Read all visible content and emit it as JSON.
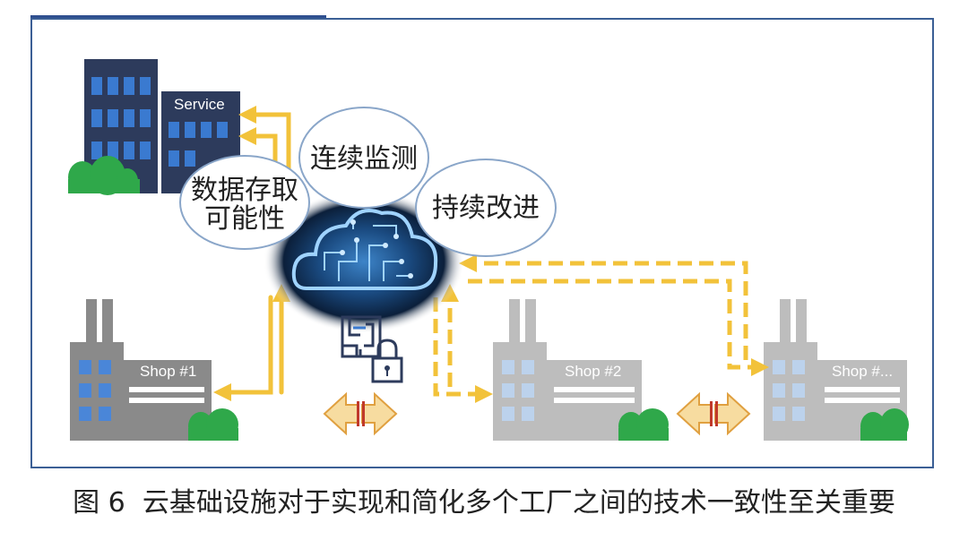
{
  "caption": "图 6  云基础设施对于实现和简化多个工厂之间的技术一致性至关重要",
  "labels": {
    "service": "Service",
    "shop1": "Shop #1",
    "shop2": "Shop #2",
    "shop3": "Shop #..."
  },
  "bubbles": {
    "monitor": "连续监测",
    "data_line1": "数据存取",
    "data_line2": "可能性",
    "improve": "持续改进"
  },
  "colors": {
    "arrow": "#f2c23a",
    "office": "#2d3b5c",
    "office_window": "#3a7ad0",
    "shop1_body": "#8a8a8a",
    "shop_faded": "#bdbdbd",
    "shop1_window": "#4a86d8",
    "shop_faded_window": "#bcd2ec",
    "bush": "#2fa84a",
    "cloud": "#1a4a80"
  },
  "icons": [
    "cloud-circuit-icon",
    "maze-icon",
    "lock-icon",
    "sync-arrow-icon",
    "bush-icon"
  ]
}
